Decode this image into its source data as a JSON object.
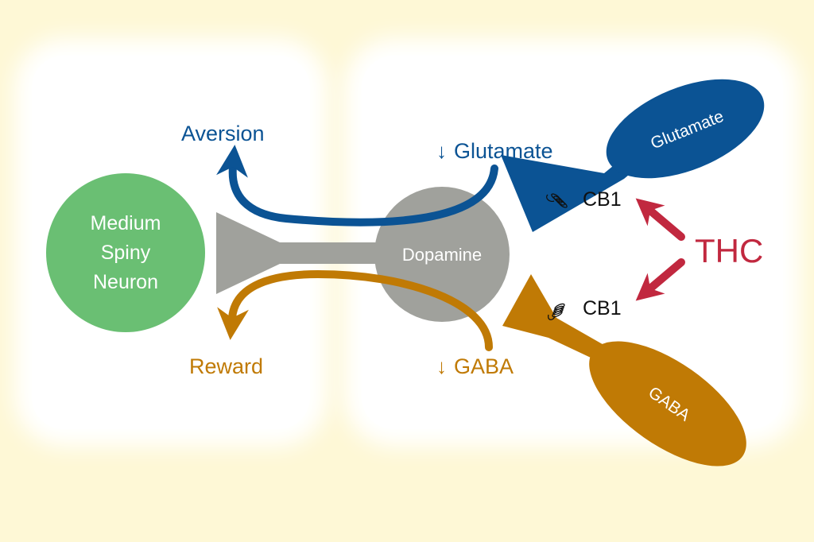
{
  "colors": {
    "background": "#fef8d6",
    "glutamate": "#0b5394",
    "gaba": "#c07a05",
    "dopamine": "#a0a19c",
    "msn": "#6abf73",
    "thc": "#c1283f",
    "text_dark": "#111111",
    "text_white": "#ffffff"
  },
  "nodes": {
    "msn": {
      "label_lines": [
        "Medium",
        "Spiny",
        "Neuron"
      ]
    },
    "dopamine": {
      "label": "Dopamine"
    },
    "glutamate_neuron": {
      "label": "Glutamate"
    },
    "gaba_neuron": {
      "label": "GABA"
    }
  },
  "labels": {
    "aversion": "Aversion",
    "reward": "Reward",
    "glutamate_decrease": "Glutamate",
    "gaba_decrease": "GABA",
    "down_arrow": "↓",
    "cb1_top": "CB1",
    "cb1_bottom": "CB1",
    "thc": "THC"
  },
  "icons": {
    "receptor": "cb1-receptor-icon",
    "arrow": "curved-arrow-icon"
  }
}
